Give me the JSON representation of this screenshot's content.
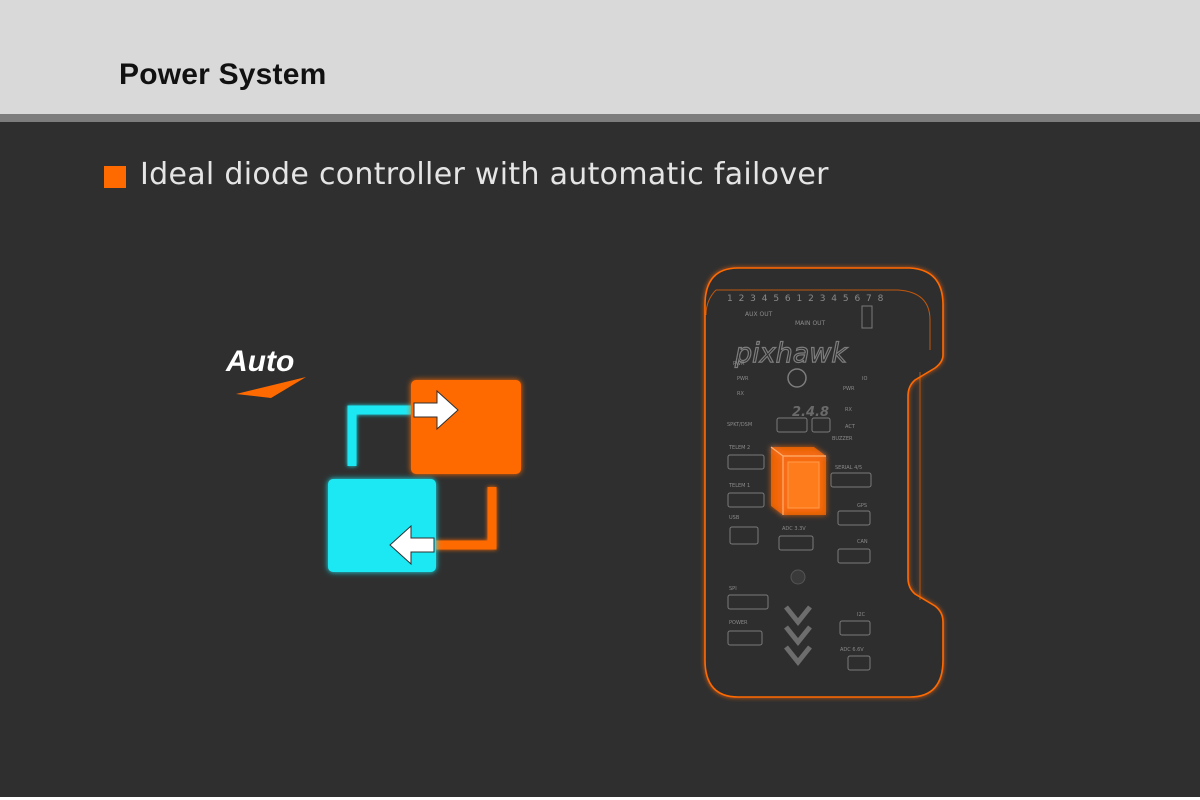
{
  "header": {
    "title": "Power System"
  },
  "bullet": {
    "text": "Ideal diode controller with automatic failover"
  },
  "diagram": {
    "auto_label": "Auto"
  },
  "board": {
    "brand": "pixhawk",
    "version": "2.4.8",
    "top_numbers": "1 2 3 4 5 6 1 2 3 4 5 6 7 8",
    "aux_out": "AUX OUT",
    "main_out": "MAIN OUT",
    "left_labels": [
      "PWR",
      "PWR",
      "RX",
      "SPKT/DSM",
      "TELEM 2",
      "TELEM 1",
      "USB",
      "SPI",
      "POWER"
    ],
    "right_labels": [
      "IO",
      "PWR",
      "RX",
      "ACT",
      "BUZZER",
      "SERIAL 4/5",
      "GPS",
      "CAN",
      "I2C",
      "ADC 6.6V"
    ],
    "center_labels": [
      "ADC 3.3V"
    ]
  },
  "colors": {
    "accent": "#ff6a00",
    "cyan": "#1ee8f4",
    "background": "#2f2f2f",
    "header": "#d9d9d9"
  }
}
